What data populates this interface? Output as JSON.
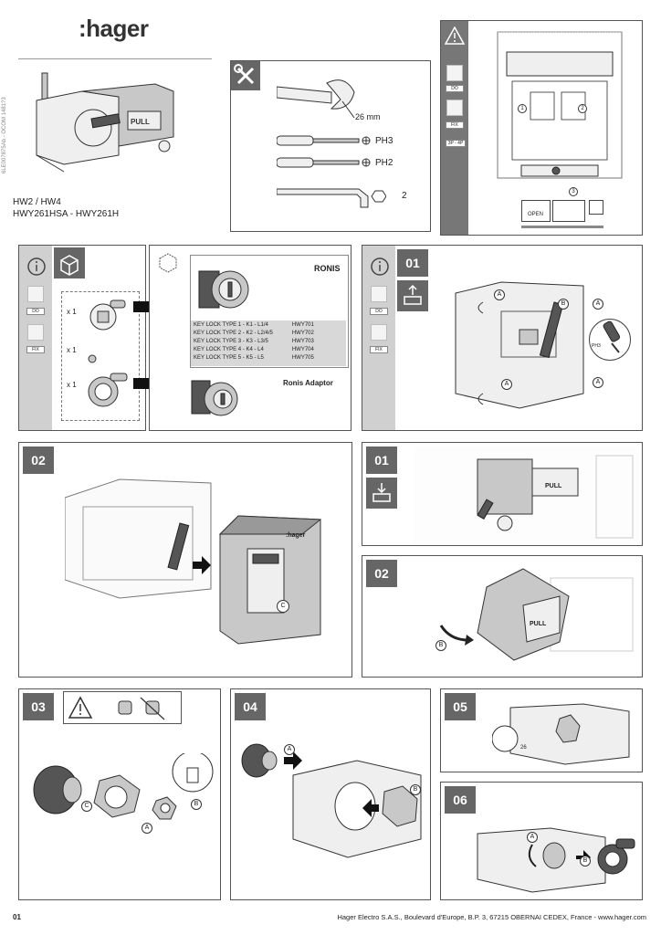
{
  "brand": {
    "logo": ":hager"
  },
  "doc_code": "6LE007875Ab - OCOM 1481?3",
  "product": {
    "line1": "HW2 / HW4",
    "line2": "HWY261HSA - HWY261H"
  },
  "pull_label": "PULL",
  "tools": {
    "wrench_size": "26 mm",
    "screwdriver1": "PH3",
    "screwdriver2": "PH2",
    "hex_key": "2"
  },
  "warning_panel": {
    "tag_do": "DO",
    "tag_fix": "FIX",
    "tag_3p4p": "3P - 4P",
    "callout1": "1",
    "callout2": "2",
    "callout3": "3",
    "open_label": "OPEN"
  },
  "kit": {
    "qty1": "x 1",
    "qty2": "x 1",
    "qty3": "x 1",
    "tag_do": "DO",
    "tag_fix": "FIX",
    "ronis_title": "RONIS",
    "ronis_adaptor": "Ronis Adaptor",
    "key_table": [
      {
        "desc": "KEY LOCK TYPE 1 - K1 - L1/4",
        "ref": "HWY701"
      },
      {
        "desc": "KEY LOCK TYPE 2 - K2 - L2/4/5",
        "ref": "HWY702"
      },
      {
        "desc": "KEY LOCK TYPE 3 - K3 - L3/5",
        "ref": "HWY703"
      },
      {
        "desc": "KEY LOCK TYPE 4 - K4 - L4",
        "ref": "HWY704"
      },
      {
        "desc": "KEY LOCK TYPE 5 - K5 - L5",
        "ref": "HWY705"
      }
    ]
  },
  "steps": {
    "s01a": "01",
    "s02a": "02",
    "s01b": "01",
    "s02b": "02",
    "s03": "03",
    "s04": "04",
    "s05": "05",
    "s06": "06"
  },
  "callouts": {
    "A": "A",
    "B": "B",
    "C": "C",
    "ph": "PH3"
  },
  "wrench_small": "26",
  "footer": {
    "page": "01",
    "address": "Hager Electro S.A.S., Boulevard d'Europe, B.P. 3, 67215 OBERNAI CEDEX, France - www.hager.com"
  }
}
